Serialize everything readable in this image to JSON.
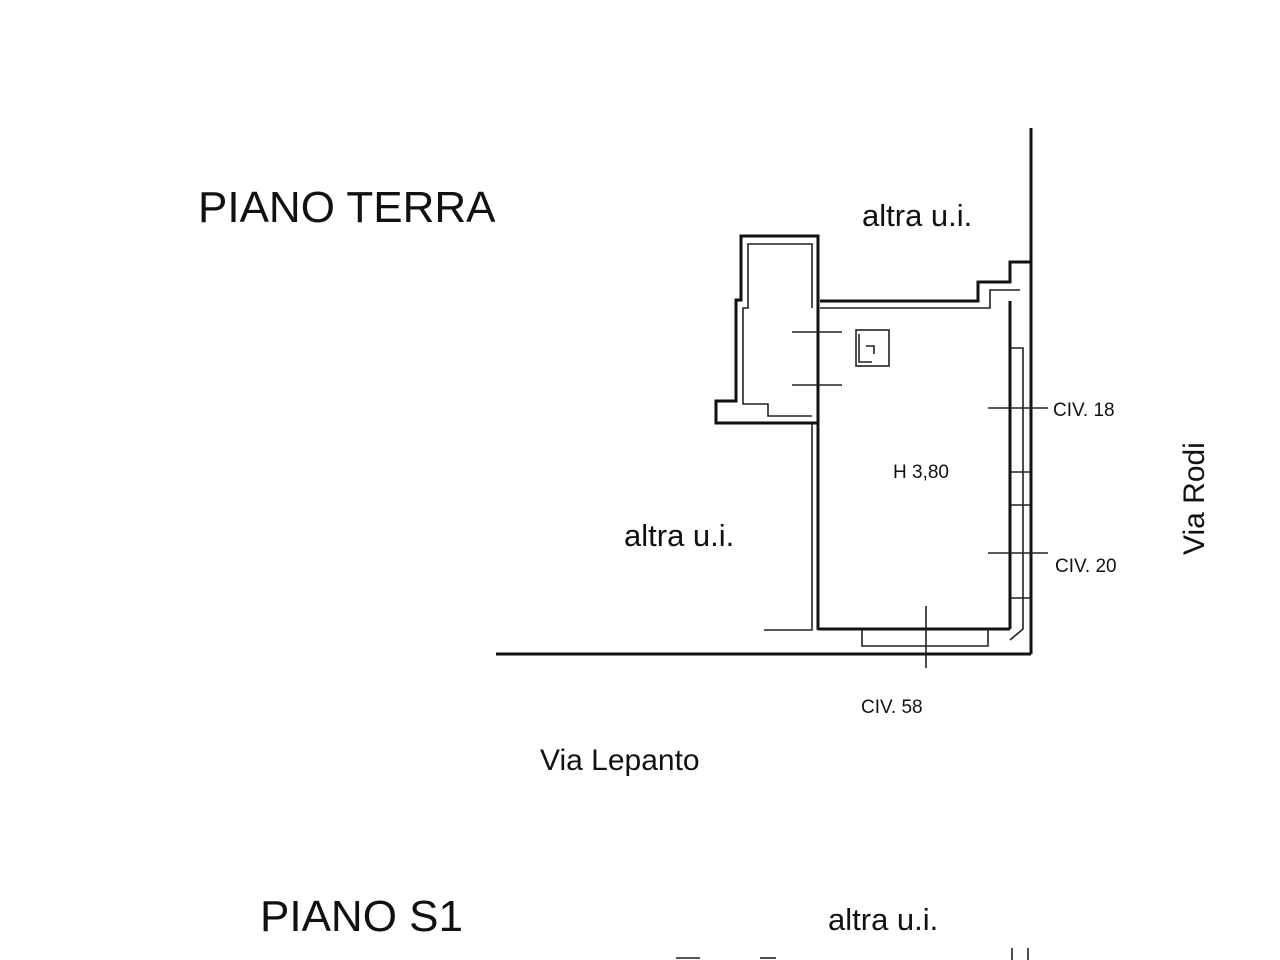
{
  "floors": {
    "ground": "PIANO TERRA",
    "basement": "PIANO S1"
  },
  "labels": {
    "other_unit_top": "altra u.i.",
    "other_unit_left": "altra u.i.",
    "other_unit_basement": "altra u.i.",
    "room_height": "H 3,80"
  },
  "civic": {
    "civ18": "CIV. 18",
    "civ20": "CIV. 20",
    "civ58": "CIV. 58"
  },
  "streets": {
    "south": "Via Lepanto",
    "east": "Via Rodi"
  }
}
